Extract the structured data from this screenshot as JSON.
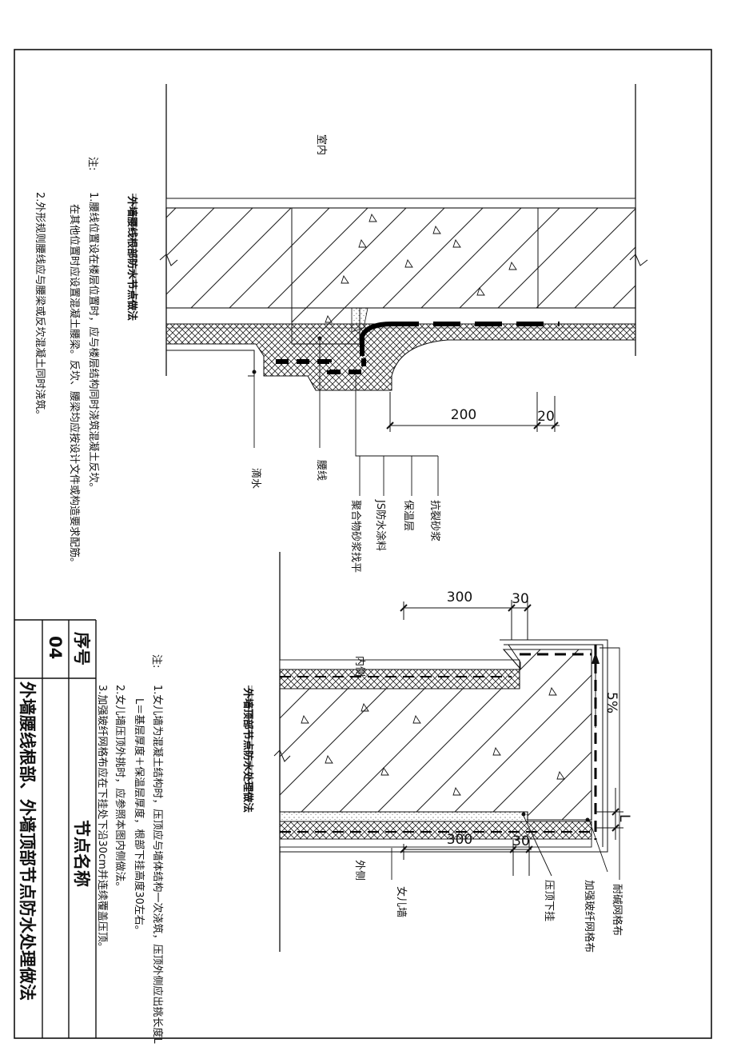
{
  "top_detail": {
    "title": "外墙腰线根部防水节点做法",
    "room_label": "室内",
    "dim_main": "200",
    "dim_small": "20",
    "labels": [
      "抗裂砂浆",
      "保温层",
      "JS防水涂料",
      "聚合物砂浆找平",
      "腰线",
      "滴水"
    ],
    "notes_head": "注:",
    "notes": [
      "1.腰线位置设在楼层位置时，应与楼层结构同时浇筑混凝土反坎。",
      "在其他位置时应设置混凝土腰梁。反坎、腰梁均应按设计文件或构造要求配筋。",
      "2.外形规则腰线应与腰梁或反坎混凝土同时浇筑。"
    ]
  },
  "bottom_detail": {
    "title": "外墙顶部节点防水处理做法",
    "inner_label": "内侧",
    "outer_label": "外侧",
    "dim_top": "300",
    "dim_top_small": "30",
    "dim_bottom": "300",
    "dim_bottom_small": "30",
    "slope": "5%",
    "dim_L": "L",
    "labels": [
      "耐碱网格布",
      "加强玻纤网格布",
      "压顶下挂",
      "女儿墙"
    ],
    "notes_head": "注:",
    "notes": [
      "1.女儿墙为混凝土结构时，压顶应与墙体结构一次浇筑，压顶外侧应出挑长度L",
      "L＝基层厚度＋保温层厚度，根部下挂高度30左右。",
      "2.女儿墙压顶外挑时，应参照本图内侧做法。",
      "3.加强玻纤网格布应在下挂处下沿30cm并连续覆盖压顶。"
    ]
  },
  "title_block": {
    "seq_header": "序号",
    "seq_value": "04",
    "name_header": "节点名称",
    "name_value": "外墙腰线根部、外墙顶部节点防水处理做法"
  }
}
